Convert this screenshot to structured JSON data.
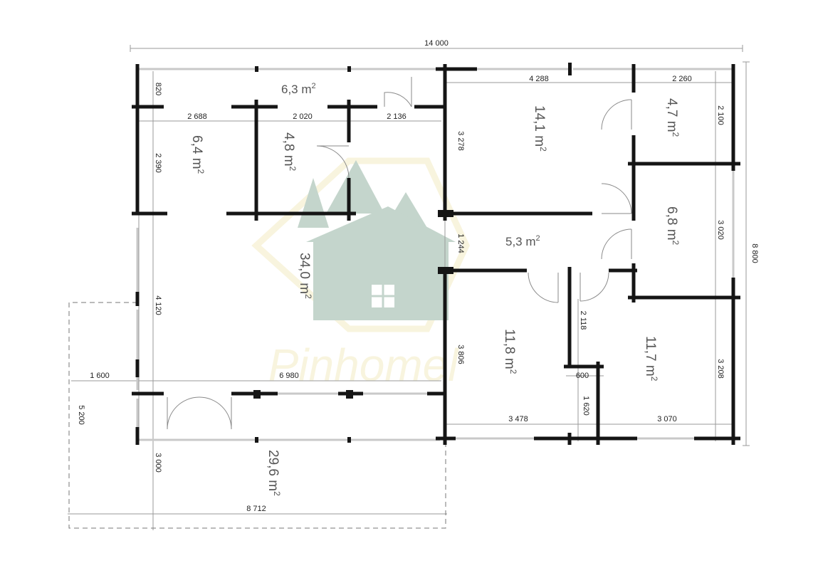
{
  "dimensions": {
    "total_width": "14 000",
    "total_depth": "8 800",
    "terrace_side": "5 200",
    "terrace_length": "8 712",
    "terrace_offset": "1 600",
    "terrace_depth": "3 000",
    "hall_width": "6 980",
    "top_strip_depth": "820",
    "bath_width": "2 688",
    "wc_width": "2 020",
    "entry_width": "2 136",
    "room_left_depth": "2 390",
    "main_left_depth": "4 120",
    "bed1_depth": "3 278",
    "hall2_depth": "1 244",
    "bed3_depth": "3 806",
    "top_right_width": "4 288",
    "top_far_width": "2 260",
    "far_right_top": "2 100",
    "far_right_mid": "3 020",
    "far_right_bottom": "3 208",
    "closet_depth": "2 118",
    "closet_width": "600",
    "closet_lower": "1 620",
    "bed3_width": "3 478",
    "bed4_width": "3 070"
  },
  "rooms": {
    "top_strip": "6,3 m",
    "bath": "6,4 m",
    "wc": "4,8 m",
    "living": "34,0 m",
    "terrace": "29,6 m",
    "bedroom_1": "14,1 m",
    "storage_top": "4,7 m",
    "hall": "5,3 m",
    "storage_mid": "6,8 m",
    "bedroom_3": "11,8 m",
    "bedroom_4": "11,7 m"
  },
  "unit_sup": "2",
  "watermark": {
    "brand": "Pinhomel",
    "color_tree": "#2e6b4a",
    "color_frame": "#e8d98a"
  }
}
